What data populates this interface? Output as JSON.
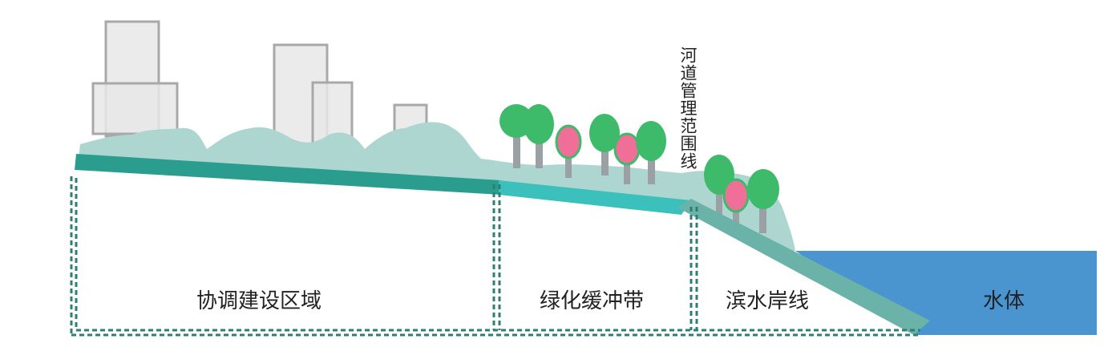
{
  "labels": {
    "coordination_zone": "协调建设区域",
    "green_buffer": "绿化缓冲带",
    "shoreline": "滨水岸线",
    "water_body": "水体",
    "river_management_line": "河道管理范围线"
  },
  "colors": {
    "ground_band_dark": "#2a9d8f",
    "ground_band_light": "#3cc0bc",
    "bank_slope": "#6bb3a8",
    "vegetation_mound": "#aed6d1",
    "water": "#4a94d0",
    "tree_green": "#3dba6a",
    "tree_pink": "#ef6f98",
    "trunk": "#9aa0a4",
    "building_outline": "#a8a8a8",
    "building_fill": "#e8e8e8",
    "dashed_line": "#2e7f73",
    "text": "#222222"
  }
}
